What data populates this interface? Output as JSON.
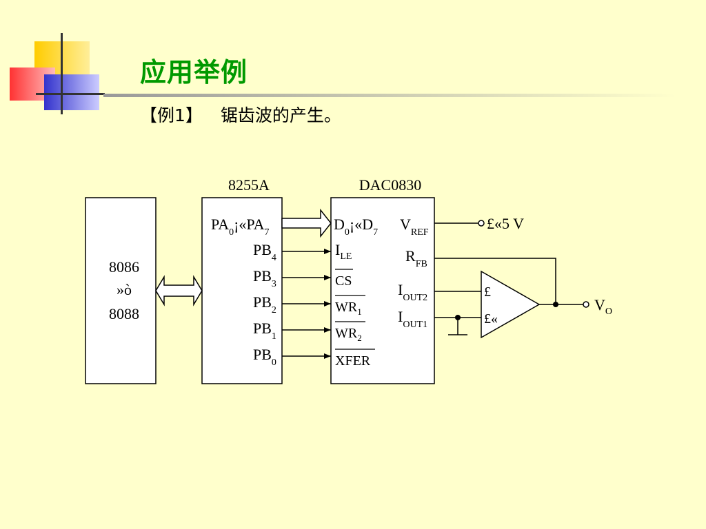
{
  "title": "应用举例",
  "subtitle": {
    "example_tag": "【例1】",
    "text": "锯齿波的产生。"
  },
  "colors": {
    "title_green": "#009900",
    "background": "#ffffcc",
    "deco_yellow": "#ffcc00",
    "deco_red": "#ff3333",
    "deco_blue": "#3333cc"
  },
  "diagram": {
    "cpu_lines": [
      "8086",
      "»ò",
      "8088"
    ],
    "chip_8255a": {
      "name": "8255A",
      "pins": [
        {
          "base": "PA",
          "sub": "0",
          "mid": "¡«PA",
          "sub2": "7"
        },
        {
          "base": "PB",
          "sub": "4"
        },
        {
          "base": "PB",
          "sub": "3"
        },
        {
          "base": "PB",
          "sub": "2"
        },
        {
          "base": "PB",
          "sub": "1"
        },
        {
          "base": "PB",
          "sub": "0"
        }
      ]
    },
    "chip_dac": {
      "name": "DAC0830",
      "left_pins": [
        {
          "base": "D",
          "sub": "0",
          "mid": "¡«D",
          "sub2": "7"
        },
        {
          "base": "I",
          "sub": "LE"
        },
        {
          "base": "CS",
          "sub": ""
        },
        {
          "base": "WR",
          "sub": "1"
        },
        {
          "base": "WR",
          "sub": "2"
        },
        {
          "base": "XFER",
          "sub": ""
        }
      ],
      "right_pins": [
        {
          "base": "V",
          "sub": "REF"
        },
        {
          "base": "R",
          "sub": "FB"
        },
        {
          "base": "I",
          "sub": "OUT2"
        },
        {
          "base": "I",
          "sub": "OUT1"
        }
      ]
    },
    "vref_value": "£«5 V",
    "opamp": {
      "minus": "£­",
      "plus": "£«"
    },
    "output": {
      "base": "V",
      "sub": "O"
    }
  }
}
